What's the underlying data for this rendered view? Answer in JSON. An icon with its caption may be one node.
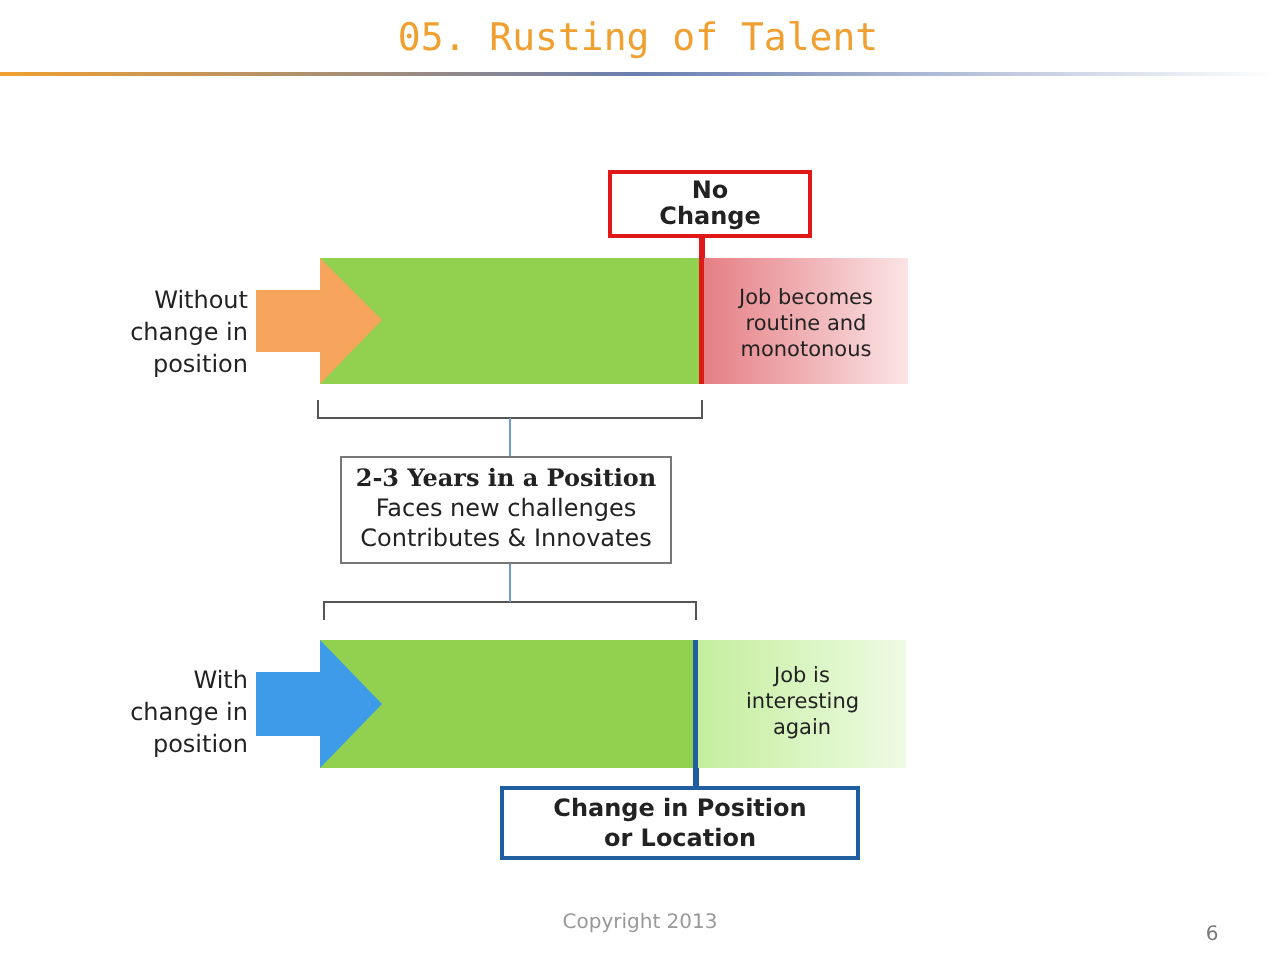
{
  "diagram": {
    "title": "05. Rusting of Talent",
    "nodes": [
      {
        "text": [
          "No Change"
        ]
      },
      {
        "text": [
          "Job becomes routine and monotonous"
        ]
      },
      {
        "text": [
          "2-3 Years in a Position",
          "Faces new challenges",
          "Contributes & Innovates"
        ]
      },
      {
        "text": [
          "Job is interesting again"
        ]
      },
      {
        "text": [
          "Change in Position or Location"
        ]
      }
    ],
    "edges": [
      {
        "from": 0,
        "to": 1,
        "arrow": "none",
        "color": "#e01818"
      },
      {
        "from": 4,
        "to": 3,
        "arrow": "none",
        "color": "#1f5fa0"
      }
    ],
    "labels": [
      "Without change in position",
      "With change in position",
      "Copyright 2013",
      "6"
    ]
  }
}
